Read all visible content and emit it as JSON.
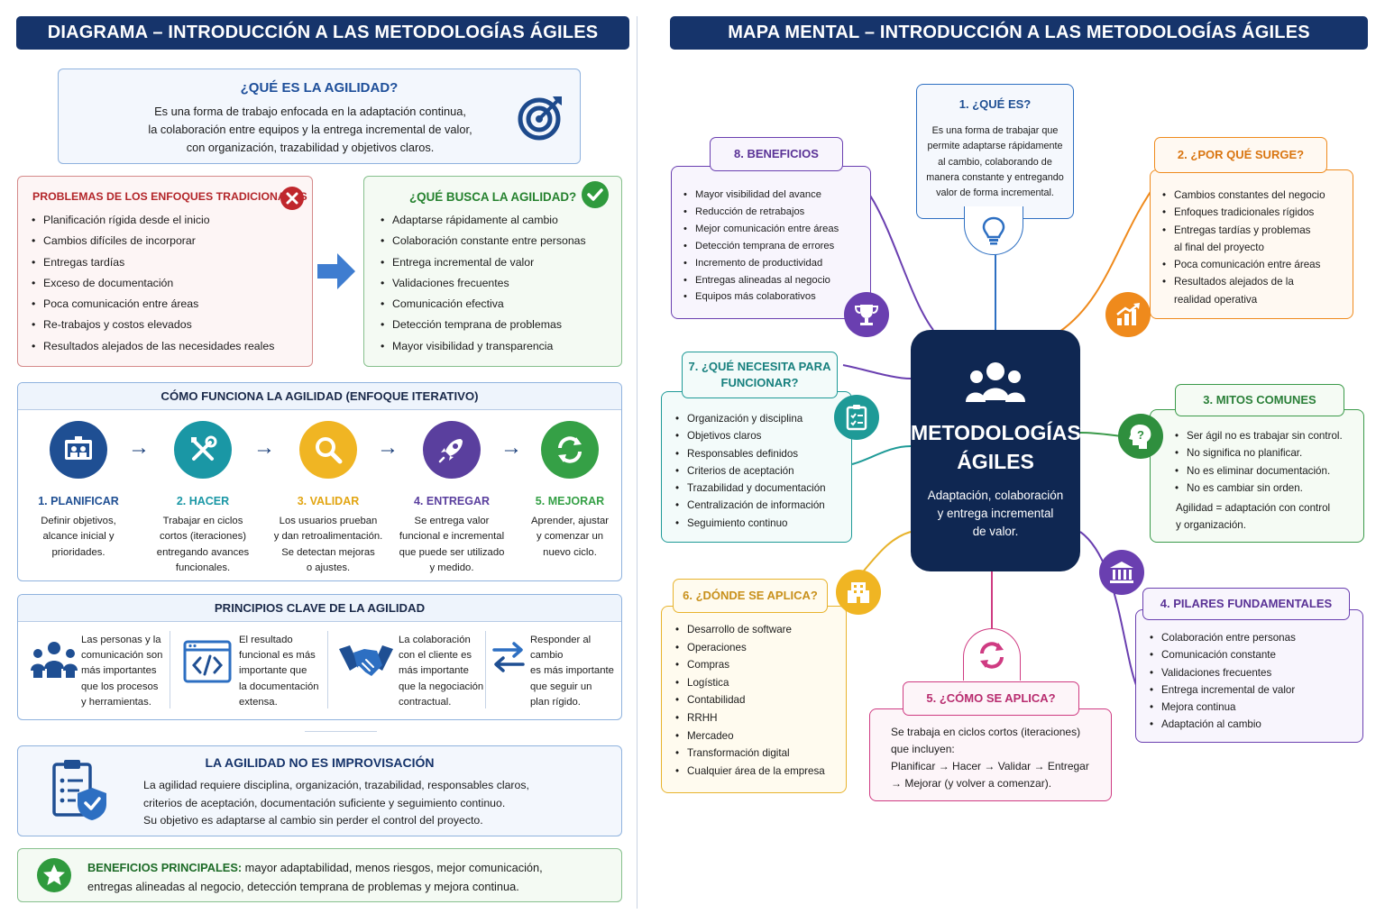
{
  "left_header": "DIAGRAMA – INTRODUCCIÓN A LAS METODOLOGÍAS ÁGILES",
  "right_header": "MAPA MENTAL – INTRODUCCIÓN A LAS METODOLOGÍAS ÁGILES",
  "what_is": {
    "title": "¿QUÉ ES LA AGILIDAD?",
    "lines": [
      "Es una forma de trabajo enfocada en la adaptación continua,",
      "la colaboración entre equipos y la entrega incremental de valor,",
      "con organización, trazabilidad y objetivos claros."
    ]
  },
  "problems": {
    "title": "PROBLEMAS DE LOS ENFOQUES TRADICIONALES",
    "items": [
      "Planificación rígida desde el inicio",
      "Cambios difíciles de incorporar",
      "Entregas tardías",
      "Exceso de documentación",
      "Poca comunicación entre áreas",
      "Re-trabajos y costos elevados",
      "Resultados alejados de las necesidades reales"
    ]
  },
  "seeks": {
    "title": "¿QUÉ BUSCA LA AGILIDAD?",
    "items": [
      "Adaptarse rápidamente al cambio",
      "Colaboración constante entre personas",
      "Entrega incremental de valor",
      "Validaciones frecuentes",
      "Comunicación efectiva",
      "Detección temprana de problemas",
      "Mayor visibilidad y transparencia"
    ]
  },
  "how": {
    "title": "CÓMO FUNCIONA LA AGILIDAD (ENFOQUE ITERATIVO)",
    "steps": [
      {
        "label": "1. PLANIFICAR",
        "lines": [
          "Definir objetivos,",
          "alcance inicial y",
          "prioridades."
        ],
        "color": "#1f4f93"
      },
      {
        "label": "2. HACER",
        "lines": [
          "Trabajar en ciclos",
          "cortos (iteraciones)",
          "entregando avances",
          "funcionales."
        ],
        "color": "#1a97a5"
      },
      {
        "label": "3. VALIDAR",
        "lines": [
          "Los usuarios prueban",
          "y dan retroalimentación.",
          "Se detectan mejoras",
          "o ajustes."
        ],
        "color": "#f0b523"
      },
      {
        "label": "4. ENTREGAR",
        "lines": [
          "Se entrega valor",
          "funcional e incremental",
          "que puede ser utilizado",
          "y medido."
        ],
        "color": "#5a3f9e"
      },
      {
        "label": "5. MEJORAR",
        "lines": [
          "Aprender, ajustar",
          "y comenzar un",
          "nuevo ciclo."
        ],
        "color": "#35a046"
      }
    ]
  },
  "principles": {
    "title": "PRINCIPIOS CLAVE DE LA AGILIDAD",
    "items": [
      {
        "lines": [
          "Las personas y la",
          "comunicación son",
          "más importantes",
          "que los procesos",
          "y herramientas."
        ]
      },
      {
        "lines": [
          "El resultado",
          "funcional es más",
          "importante que",
          "la documentación",
          "extensa."
        ]
      },
      {
        "lines": [
          "La colaboración",
          "con el cliente es",
          "más importante",
          "que la negociación",
          "contractual."
        ]
      },
      {
        "lines": [
          "Responder al cambio",
          "es más importante",
          "que seguir un",
          "plan rígido."
        ]
      }
    ]
  },
  "not_improv": {
    "title": "LA AGILIDAD NO ES IMPROVISACIÓN",
    "lines": [
      "La agilidad requiere disciplina, organización, trazabilidad, responsables claros,",
      "criterios de aceptación, documentación suficiente y seguimiento continuo.",
      "Su objetivo es adaptarse al cambio sin perder el control del proyecto."
    ]
  },
  "benefits_main": {
    "lead": "BENEFICIOS PRINCIPALES:",
    "rest1": " mayor adaptabilidad, menos riesgos, mejor comunicación,",
    "line2": "entregas alineadas al negocio, detección temprana de problemas y mejora continua."
  },
  "center": {
    "title1": "METODOLOGÍAS",
    "title2": "ÁGILES",
    "sub": [
      "Adaptación, colaboración",
      "y entrega incremental",
      "de valor."
    ]
  },
  "mind": {
    "n1": {
      "title": "1. ¿QUÉ ES?",
      "lines": [
        "Es una forma de trabajar que",
        "permite adaptarse rápidamente",
        "al cambio, colaborando de",
        "manera constante y entregando",
        "valor de forma incremental."
      ],
      "color": "#2d6fc2"
    },
    "n2": {
      "title": "2. ¿POR QUÉ SURGE?",
      "items": [
        "Cambios constantes del negocio",
        "Enfoques tradicionales rígidos",
        "Entregas tardías y problemas",
        "Poca comunicación entre áreas",
        "Resultados alejados de la"
      ],
      "item_cont": {
        "2": "al final del proyecto",
        "4": "realidad operativa"
      },
      "color": "#ef8a1c"
    },
    "n3": {
      "title": "3. MITOS COMUNES",
      "items": [
        "Ser ágil no es trabajar sin control.",
        "No significa no planificar.",
        "No es eliminar documentación.",
        "No es cambiar sin orden."
      ],
      "note": [
        "Agilidad = adaptación con control",
        "y organización."
      ],
      "color": "#3a9a49"
    },
    "n4": {
      "title": "4. PILARES FUNDAMENTALES",
      "items": [
        "Colaboración entre personas",
        "Comunicación constante",
        "Validaciones frecuentes",
        "Entrega incremental de valor",
        "Mejora continua",
        "Adaptación al cambio"
      ],
      "color": "#6a3fb0"
    },
    "n5": {
      "title": "5. ¿CÓMO SE APLICA?",
      "lines": [
        "Se trabaja en ciclos cortos (iteraciones)",
        "que incluyen:",
        "Planificar → Hacer → Validar → Entregar",
        "→ Mejorar (y volver a comenzar)."
      ],
      "color": "#cf3b82"
    },
    "n6": {
      "title": "6. ¿DÓNDE SE APLICA?",
      "items": [
        "Desarrollo de software",
        "Operaciones",
        "Compras",
        "Logística",
        "Contabilidad",
        "RRHH",
        "Mercadeo",
        "Transformación digital",
        "Cualquier área de la empresa"
      ],
      "color": "#e8b32c"
    },
    "n7": {
      "title_lines": [
        "7. ¿QUÉ NECESITA PARA",
        "FUNCIONAR?"
      ],
      "items": [
        "Organización y disciplina",
        "Objetivos claros",
        "Responsables definidos",
        "Criterios de aceptación",
        "Trazabilidad y documentación",
        "Centralización de información",
        "Seguimiento continuo"
      ],
      "color": "#1e9a97"
    },
    "n8": {
      "title": "8. BENEFICIOS",
      "items": [
        "Mayor visibilidad del avance",
        "Reducción de retrabajos",
        "Mejor comunicación entre áreas",
        "Detección temprana de errores",
        "Incremento de productividad",
        "Entregas alineadas al negocio",
        "Equipos más colaborativos"
      ],
      "color": "#6a3fb0"
    }
  }
}
